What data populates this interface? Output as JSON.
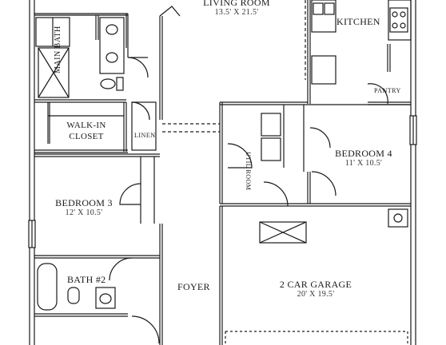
{
  "rooms": {
    "living": {
      "name": "LIVING ROOM",
      "dim": "13.5' X 21.5'"
    },
    "kitchen": {
      "name": "KITCHEN"
    },
    "pantry": {
      "name": "PANTRY"
    },
    "main_bath": {
      "name": "MAIN BATH"
    },
    "walk_in": {
      "name": "WALK-IN",
      "name2": "CLOSET"
    },
    "linen": {
      "name": "LINEN"
    },
    "util": {
      "name": "UTIL ROOM"
    },
    "bed4": {
      "name": "BEDROOM 4",
      "dim": "11' X 10.5'"
    },
    "bed3": {
      "name": "BEDROOM 3",
      "dim": "12' X 10.5'"
    },
    "bath2": {
      "name": "BATH #2"
    },
    "foyer": {
      "name": "FOYER"
    },
    "garage": {
      "name": "2 CAR GARAGE",
      "dim": "20' X 19.5'"
    }
  }
}
